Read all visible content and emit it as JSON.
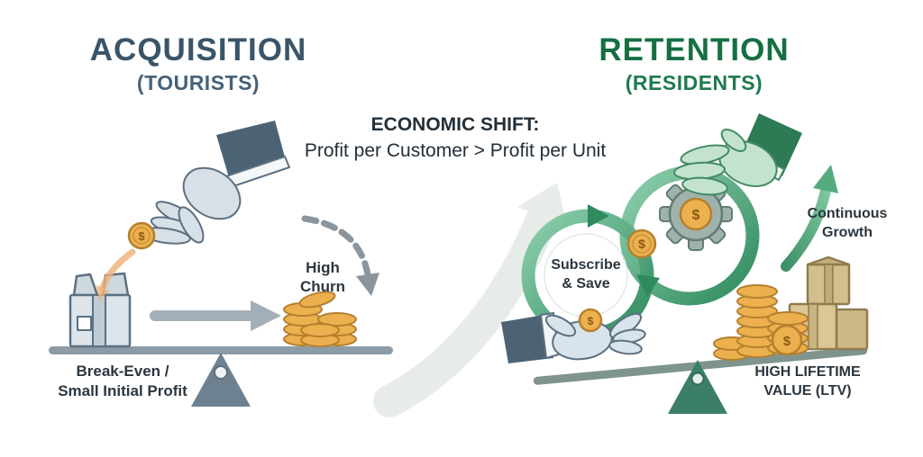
{
  "left": {
    "title": "ACQUISITION",
    "subtitle": "(TOURISTS)",
    "labels": {
      "high_churn": [
        "High",
        "Churn"
      ],
      "break_even": [
        "Break-Even /",
        "Small Initial Profit"
      ]
    }
  },
  "center": {
    "heading": "ECONOMIC SHIFT:",
    "subheading": "Profit per Customer > Profit per Unit"
  },
  "right": {
    "title": "RETENTION",
    "subtitle": "(RESIDENTS)",
    "labels": {
      "subscribe": [
        "Subscribe",
        "& Save"
      ],
      "growth": [
        "Continuous",
        "Growth"
      ],
      "ltv": [
        "HIGH LIFETIME",
        "VALUE (LTV)"
      ]
    }
  },
  "icons": {
    "coin_symbol": "$"
  },
  "palette": {
    "acquisition_title": "#3a5568",
    "retention_title": "#156f42",
    "gold_coin": "#ecb14e",
    "slate_outline": "#5d7081",
    "green_accent": "#2f8a5e",
    "hand_blue": "#d7e0e6",
    "hand_green": "#c3e3d0",
    "text_dark": "#2b3640"
  }
}
